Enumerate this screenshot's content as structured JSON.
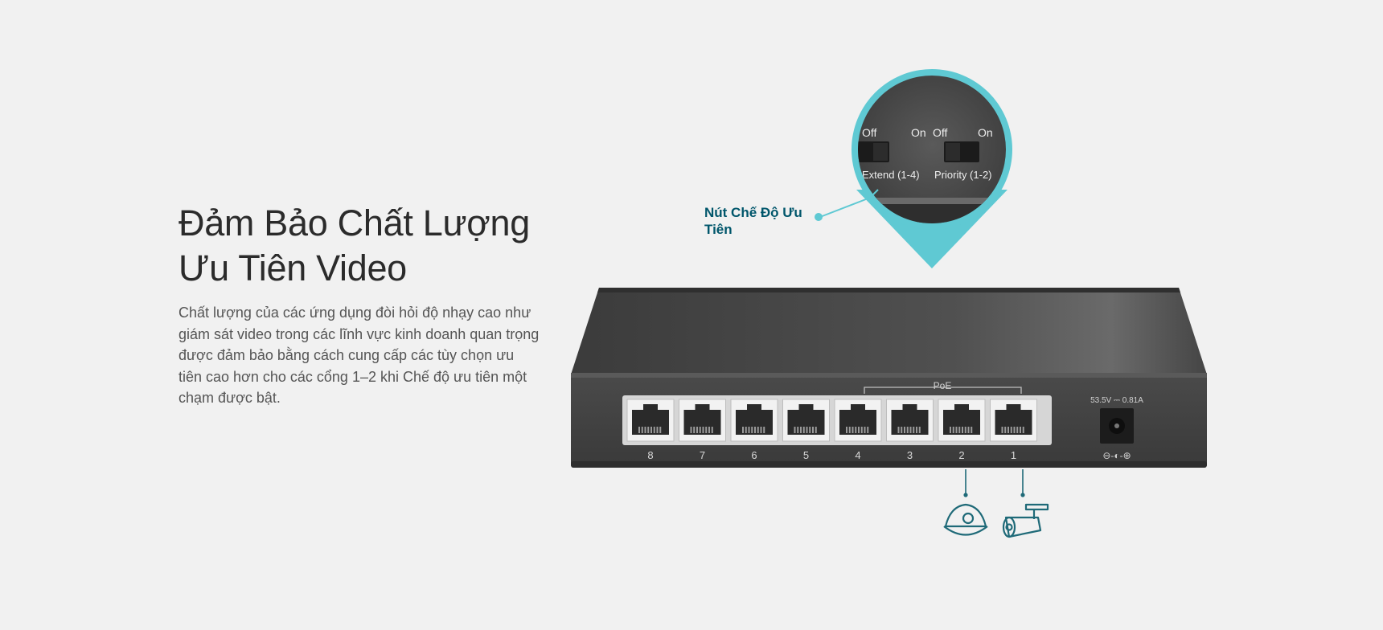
{
  "headline": {
    "line1": "Đảm Bảo Chất Lượng",
    "line2": "Ưu Tiên Video"
  },
  "description": "Chất lượng của các ứng dụng đòi hỏi độ nhạy cao như giám sát video trong các lĩnh vực kinh doanh quan trọng được đảm bảo bằng cách cung cấp các tùy chọn ưu tiên cao hơn cho các cổng 1–2 khi Chế độ ưu tiên một chạm được bật.",
  "callout": {
    "label": "Nút Chế Độ Ưu Tiên"
  },
  "switch_labels": {
    "off_left": "Off",
    "on_left": "On",
    "off_right": "Off",
    "on_right": "On",
    "extend": "Extend (1-4)",
    "priority": "Priority (1-2)"
  },
  "device": {
    "poe_label": "PoE",
    "power_rating": "53.5V ⎓ 0.81A",
    "polarity_symbol": "⊖-◐-⊕",
    "ports": [
      "8",
      "7",
      "6",
      "5",
      "4",
      "3",
      "2",
      "1"
    ]
  },
  "colors": {
    "accent": "#5fc9d3",
    "callout_text": "#00566b",
    "icon_stroke": "#1f6a78"
  },
  "icons": [
    "dome-camera-icon",
    "bullet-camera-icon"
  ]
}
